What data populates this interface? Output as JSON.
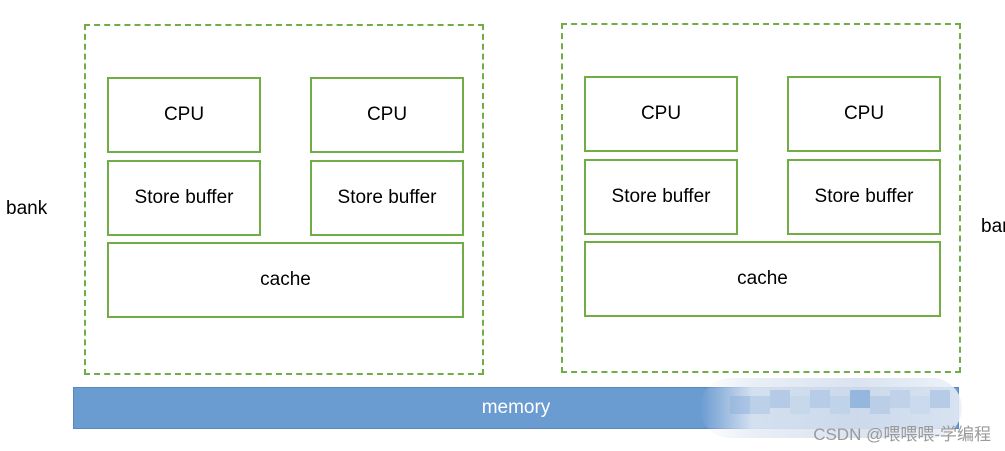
{
  "left_label": "bank",
  "right_label": "bar",
  "groups": [
    {
      "cpu_left": "CPU",
      "cpu_right": "CPU",
      "buffer_left": "Store buffer",
      "buffer_right": "Store buffer",
      "cache": "cache"
    },
    {
      "cpu_left": "CPU",
      "cpu_right": "CPU",
      "buffer_left": "Store buffer",
      "buffer_right": "Store buffer",
      "cache": "cache"
    }
  ],
  "memory": "memory",
  "watermark": "CSDN @喂喂喂-学编程",
  "colors": {
    "box_border": "#70ad47",
    "memory_fill": "#6a9bd1"
  }
}
